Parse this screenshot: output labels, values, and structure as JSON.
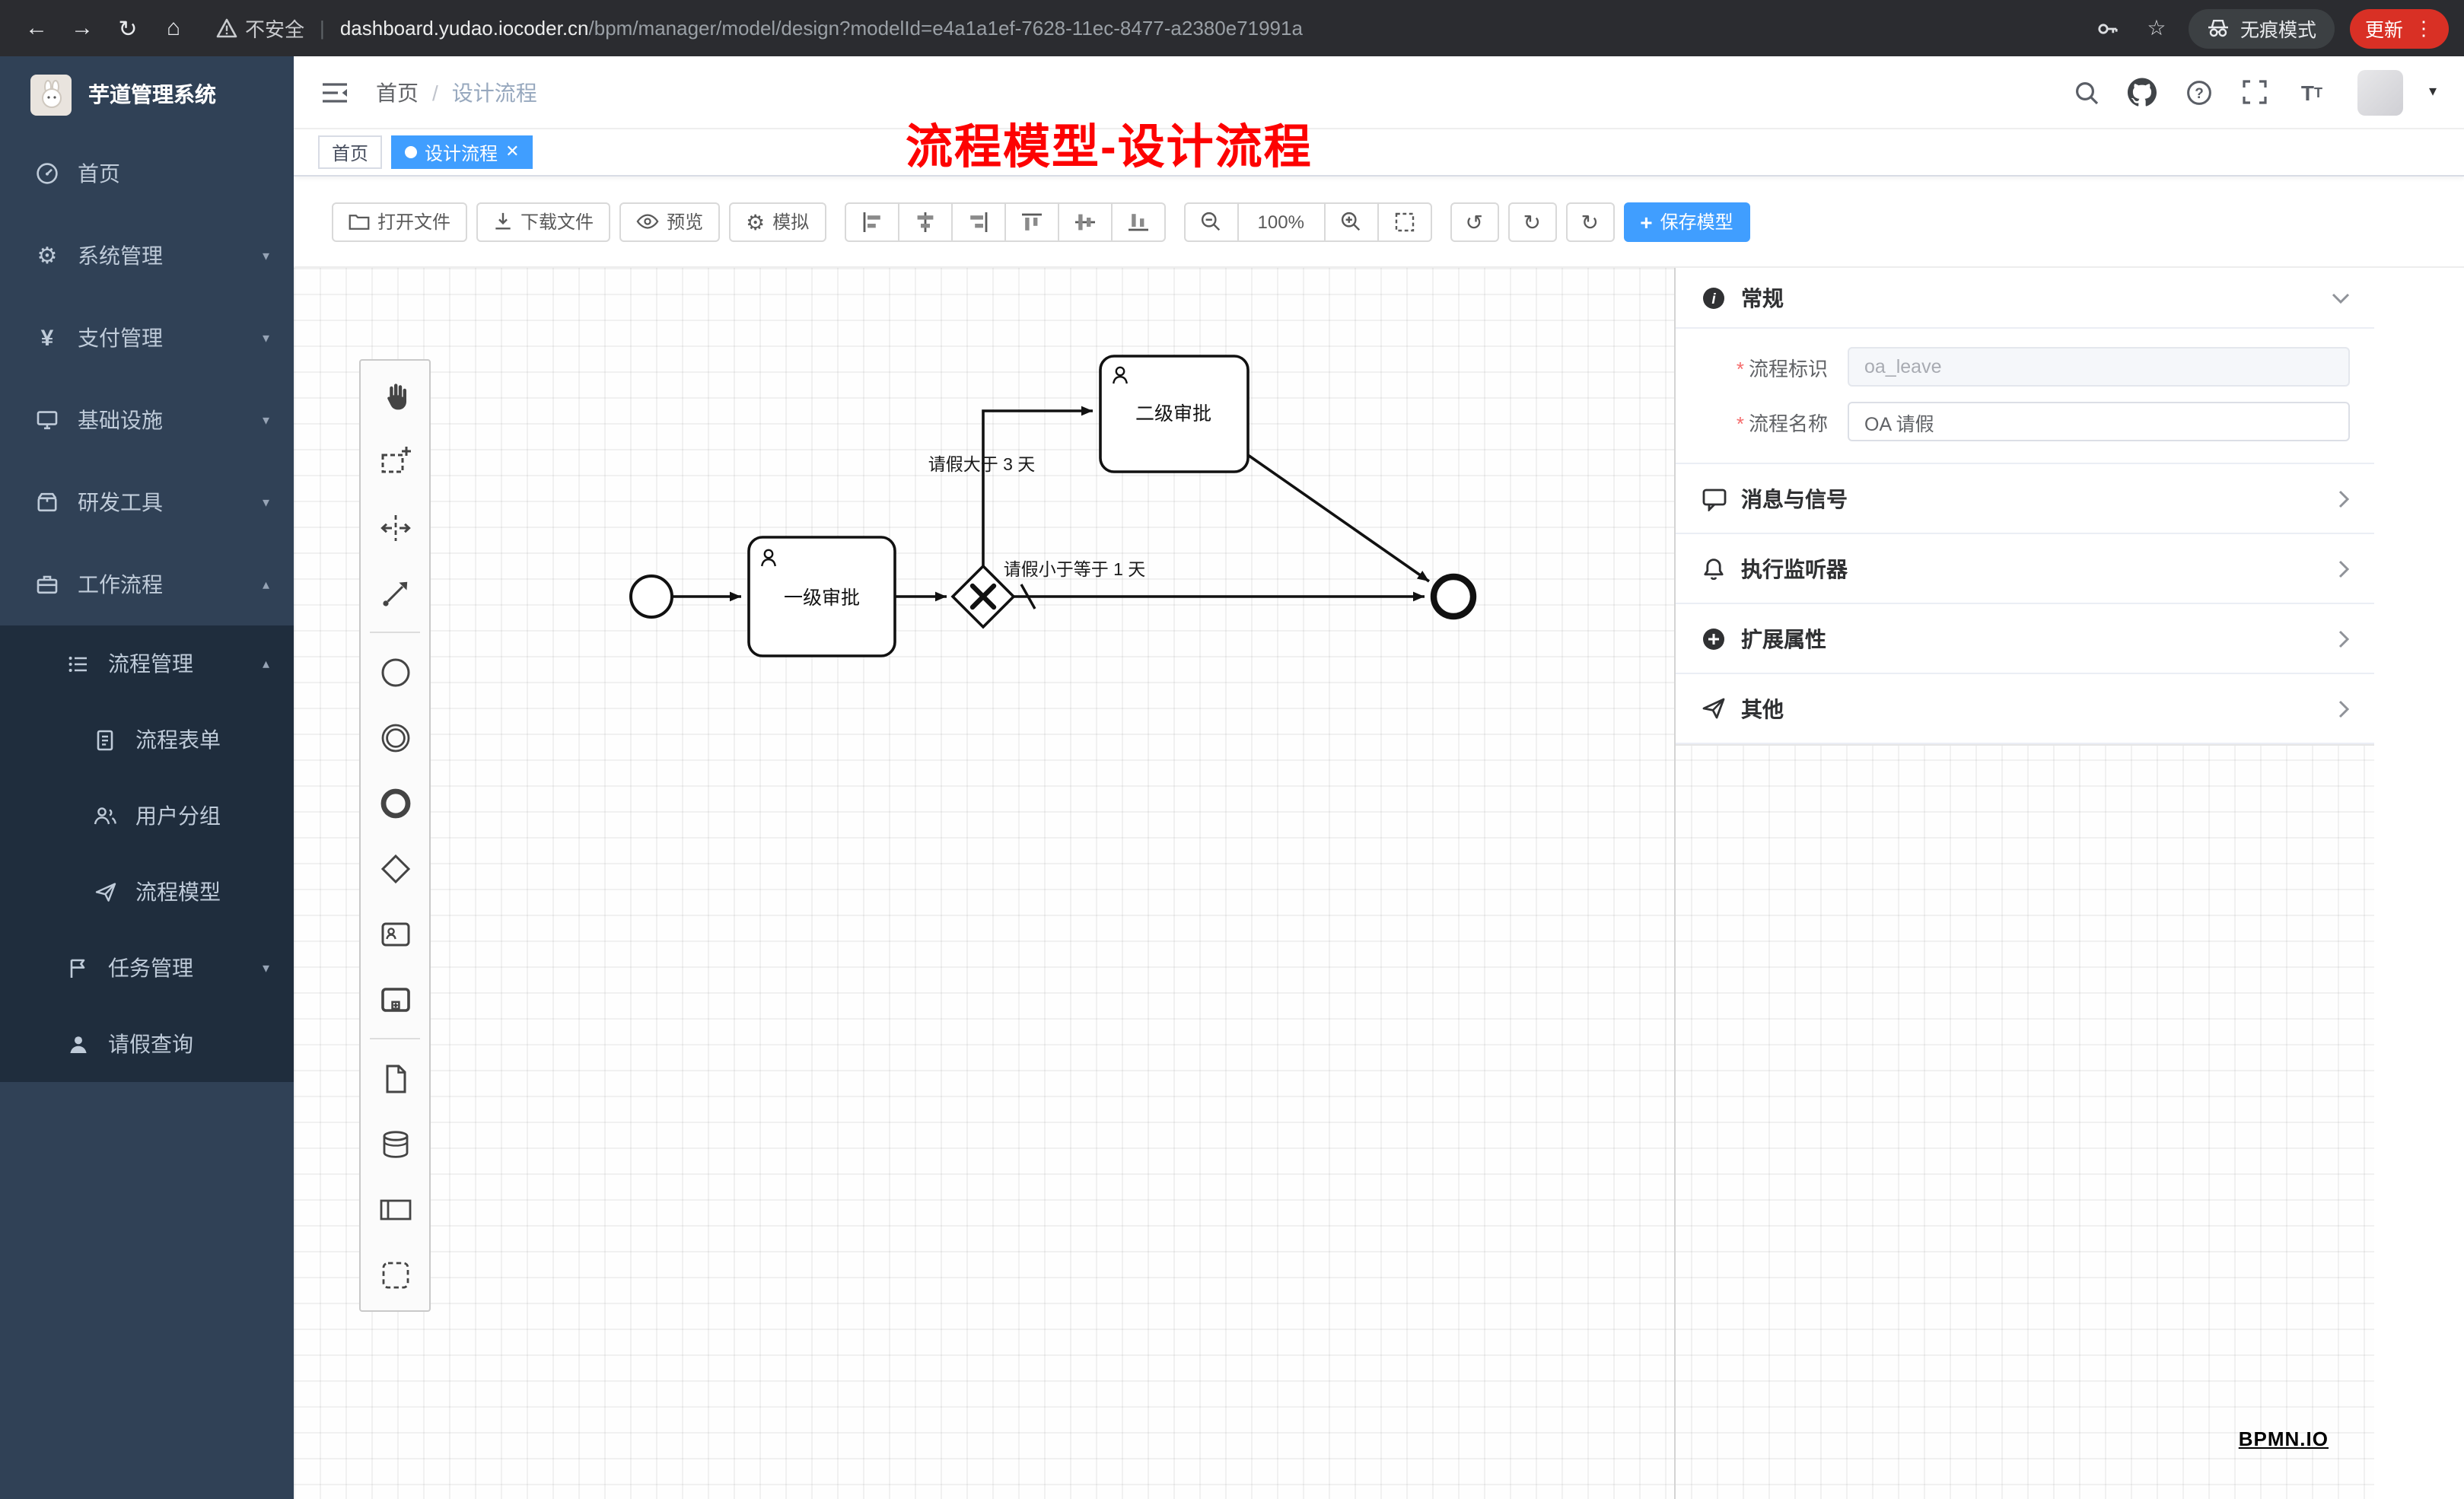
{
  "browser": {
    "security_label": "不安全",
    "url_host": "dashboard.yudao.iocoder.cn",
    "url_path": "/bpm/manager/model/design?modelId=e4a1a1ef-7628-11ec-8477-a2380e71991a",
    "incognito_label": "无痕模式",
    "update_label": "更新"
  },
  "sidebar": {
    "logo_title": "芋道管理系统",
    "items": [
      {
        "label": "首页"
      },
      {
        "label": "系统管理"
      },
      {
        "label": "支付管理"
      },
      {
        "label": "基础设施"
      },
      {
        "label": "研发工具"
      },
      {
        "label": "工作流程"
      },
      {
        "label": "流程管理"
      },
      {
        "label": "流程表单"
      },
      {
        "label": "用户分组"
      },
      {
        "label": "流程模型"
      },
      {
        "label": "任务管理"
      },
      {
        "label": "请假查询"
      }
    ]
  },
  "navbar": {
    "breadcrumb": [
      "首页",
      "设计流程"
    ]
  },
  "annotation": {
    "text": "流程模型-设计流程"
  },
  "tags": [
    {
      "label": "首页"
    },
    {
      "label": "设计流程"
    }
  ],
  "toolbar": {
    "open_label": "打开文件",
    "download_label": "下载文件",
    "preview_label": "预览",
    "simulate_label": "模拟",
    "zoom_value": "100%",
    "save_label": "保存模型"
  },
  "diagram": {
    "task1": "一级审批",
    "task2": "二级审批",
    "flow_gt": "请假大于 3 天",
    "flow_lte": "请假小于等于 1 天"
  },
  "panel": {
    "sections": {
      "general": "常规",
      "message": "消息与信号",
      "listener": "执行监听器",
      "ext": "扩展属性",
      "other": "其他"
    },
    "fields": {
      "key_label": "流程标识",
      "key_value": "oa_leave",
      "name_label": "流程名称",
      "name_value": "OA 请假"
    }
  },
  "watermark": "BPMN.IO",
  "colors": {
    "accent": "#409eff",
    "sidebar_bg": "#304156",
    "submenu_bg": "#1f2d3d",
    "annotation": "#fd0202",
    "update_chip": "#d93025"
  }
}
